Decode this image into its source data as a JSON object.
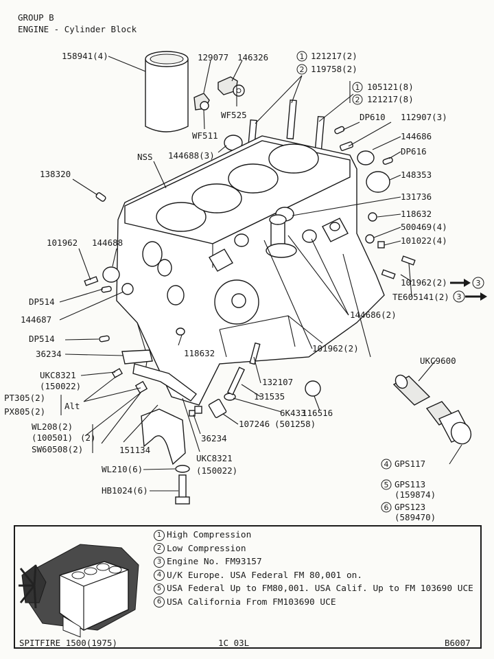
{
  "header": {
    "group": "GROUP B",
    "subtitle": "ENGINE - Cylinder Block"
  },
  "callouts": {
    "liner": "158941(4)",
    "p129077": "129077",
    "p146326": "146326",
    "c1_label": "121217(2)",
    "c2_label": "119758(2)",
    "c1b_label": "105121(8)",
    "c2b_label": "121217(8)",
    "wf525": "WF525",
    "wf511": "WF511",
    "dp610": "DP610",
    "p112907": "112907(3)",
    "p144686": "144686",
    "dp616": "DP616",
    "nss": "NSS",
    "p144688_3": "144688(3)",
    "p138320": "138320",
    "p148353": "148353",
    "p131736": "131736",
    "p118632_r": "118632",
    "p500469": "500469(4)",
    "p101022": "101022(4)",
    "p101962_l": "101962",
    "p144688_l": "144688",
    "p101962_r": "101962(2)",
    "te605141": "TE605141(2)",
    "dp514_a": "DP514",
    "p144687": "144687",
    "p144686_2": "144686(2)",
    "dp514_b": "DP514",
    "p118632_m": "118632",
    "p101962_m": "101962(2)",
    "p36234_a": "36234",
    "ukc9600": "UKC9600",
    "ukc8321_l": "UKC8321",
    "p150022_l": "(150022)",
    "p132107": "132107",
    "p131535": "131535",
    "pt305": "PT305(2)",
    "px805": "PX805(2)",
    "alt": "Alt",
    "p116516": "116516",
    "p6k433": "6K433",
    "p501258": "(501258)",
    "p107246": "107246",
    "wl208": "WL208(2)",
    "p100501": "(100501)",
    "two": "(2)",
    "sw60508": "SW60508(2)",
    "p151134": "151134",
    "p36234_b": "36234",
    "ukc8321_b": "UKC8321",
    "p150022_b": "(150022)",
    "gps117": "GPS117",
    "gps113": "GPS113",
    "p159874": "(159874)",
    "gps123": "GPS123",
    "p589470": "(589470)",
    "wl210": "WL210(6)",
    "hb1024": "HB1024(6)",
    "n1": "1",
    "n2": "2",
    "n3": "3",
    "n4": "4",
    "n5": "5",
    "n6": "6"
  },
  "legend": {
    "notes": [
      {
        "num": "1",
        "text": "High Compression"
      },
      {
        "num": "2",
        "text": "Low Compression"
      },
      {
        "num": "3",
        "text": "Engine No. FM93157"
      },
      {
        "num": "4",
        "text": "U/K Europe. USA Federal FM 80,001 on."
      },
      {
        "num": "5",
        "text": "USA Federal Up to FM80,001. USA Calif. Up to FM 103690 UCE"
      },
      {
        "num": "6",
        "text": "USA California From FM103690 UCE"
      }
    ]
  },
  "footer": {
    "model": "SPITFIRE 1500(1975)",
    "page": "1C 03L",
    "ref": "B6007"
  }
}
